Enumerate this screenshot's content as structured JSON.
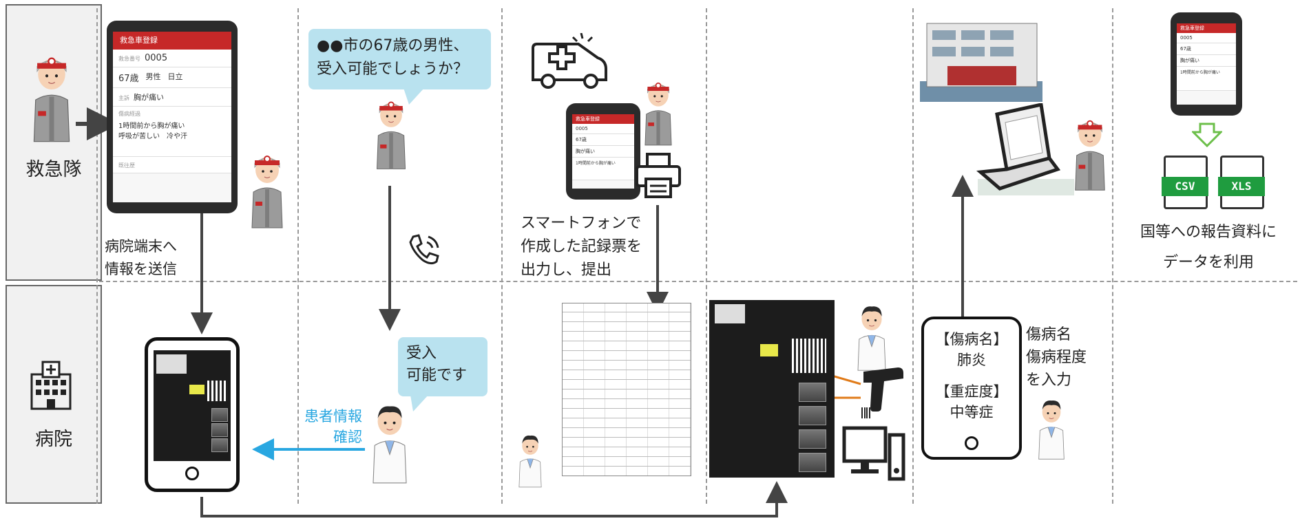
{
  "lanes": {
    "ambulance_label": "救急隊",
    "hospital_label": "病院"
  },
  "phone": {
    "header": "救急車登録",
    "id_label": "救急番号",
    "id_value": "0005",
    "age": "67歳",
    "sex": "男性",
    "city": "日立",
    "symptom_label": "主訴",
    "symptom": "胸が痛い",
    "history_label": "傷病経過",
    "history_line1": "1時間前から胸が痛い",
    "history_line2": "呼吸が苦しい　冷や汗",
    "extra_label": "既往歴"
  },
  "col1": {
    "caption_line1": "病院端末へ",
    "caption_line2": "情報を送信"
  },
  "col2": {
    "bubble_line1": "●●市の67歳の男性、",
    "bubble_line2": "受入可能でしょうか？",
    "reply_line1": "受入",
    "reply_line2": "可能です",
    "patient_info_line1": "患者情報",
    "patient_info_line2": "確認"
  },
  "col3": {
    "caption_line1": "スマートフォンで",
    "caption_line2": "作成した記録票を",
    "caption_line3": "出力し、提出"
  },
  "col5": {
    "diag_label": "【傷病名】",
    "diag_value": "肺炎",
    "sev_label": "【重症度】",
    "sev_value": "中等症",
    "note_line1": "傷病名",
    "note_line2": "傷病程度",
    "note_line3": "を入力"
  },
  "col6": {
    "file1": "CSV",
    "file2": "XLS",
    "caption_line1": "国等への報告資料に",
    "caption_line2": "データを利用"
  },
  "colors": {
    "arrow": "#444444",
    "blue_arrow": "#29a7e1",
    "bubble": "#b9e2ef",
    "phone_header": "#c62828",
    "green": "#1f9c3f"
  }
}
